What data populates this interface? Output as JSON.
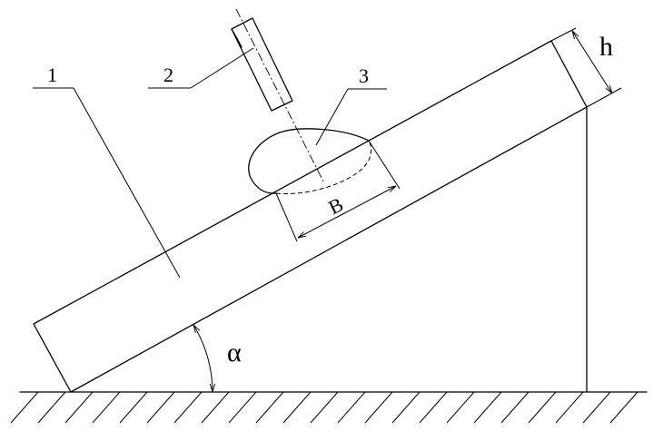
{
  "labels": {
    "part_1": "1",
    "part_2": "2",
    "part_3": "3",
    "height": "h",
    "width": "B",
    "angle": "α"
  },
  "colors": {
    "stroke": "#000000",
    "background": "#ffffff"
  }
}
